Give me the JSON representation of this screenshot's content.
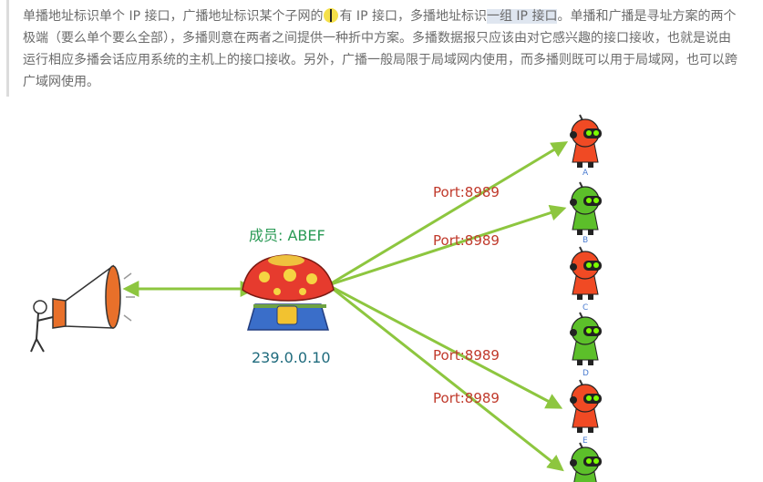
{
  "paragraph": {
    "seg1": "单播地址标识单个 IP 接口，广播地址标识某个子网的",
    "seg2": "有 IP 接口，多播地址标识",
    "seg3_highlight": "一组 IP 接口",
    "seg4": "。单播和广播是寻址方案的两个极端（要么单个要么全部），多播则意在两者之间提供一种折中方案。多播数据报只应该由对它感兴趣的接口接收，也就是说由运行相应多播会话应用系统的主机上的接口接收。另外，广播一般局限于局域网内使用，而多播则既可以用于局域网，也可以跨广域网使用。"
  },
  "diagram": {
    "member_label": "成员: ABEF",
    "group_address": "239.0.0.10",
    "port_labels": [
      "Port:8989",
      "Port:8989",
      "Port:8989",
      "Port:8989"
    ],
    "host_letters": [
      "A",
      "B",
      "C",
      "D",
      "E"
    ],
    "colors": {
      "arrow": "#8dc63f",
      "host_orange": "#f04a24",
      "host_green": "#5cbf2a",
      "house_roof": "#e63b2e",
      "house_wall": "#3a6ec9",
      "port_text": "#c0392b",
      "member_text": "#2a9a55",
      "ip_text": "#1f6b7d"
    },
    "icons": [
      "megaphone-icon",
      "mushroom-house-icon",
      "robot-host-icon"
    ]
  }
}
